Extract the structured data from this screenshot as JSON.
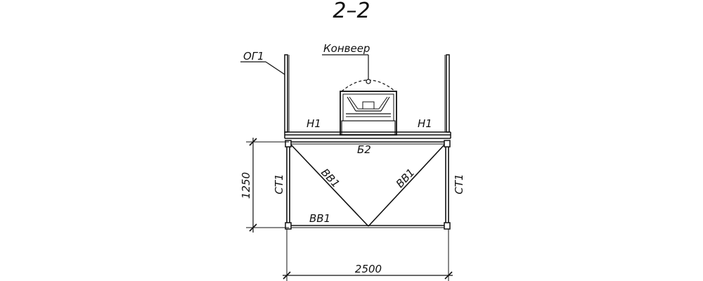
{
  "section_title": "2–2",
  "labels": {
    "railing": "ОГ1",
    "conveyor": "Конвеер",
    "floor_left": "Н1",
    "floor_right": "Н1",
    "beam": "Б2",
    "brace_left": "ВВ1",
    "brace_right": "ВВ1",
    "brace_bottom": "ВВ1",
    "post_left": "СТ1",
    "post_right": "СТ1"
  },
  "dimensions": {
    "height": "1250",
    "width": "2500"
  }
}
